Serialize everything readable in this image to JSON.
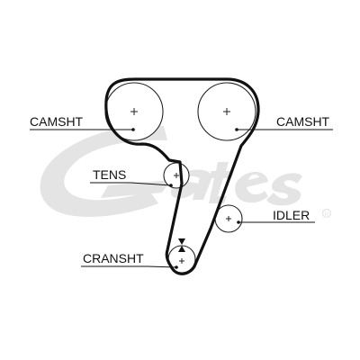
{
  "watermark": {
    "logo_text": "Gates",
    "registered_mark": "®",
    "color": "#e4e4e4"
  },
  "labels": {
    "camshaft_left": "CAMSHT",
    "camshaft_right": "CAMSHT",
    "tensioner": "TENS",
    "idler": "IDLER",
    "crankshaft": "CRANSHT"
  },
  "colors": {
    "belt": "#111111",
    "lines": "#111111",
    "pulley_fill": "#ffffff"
  }
}
